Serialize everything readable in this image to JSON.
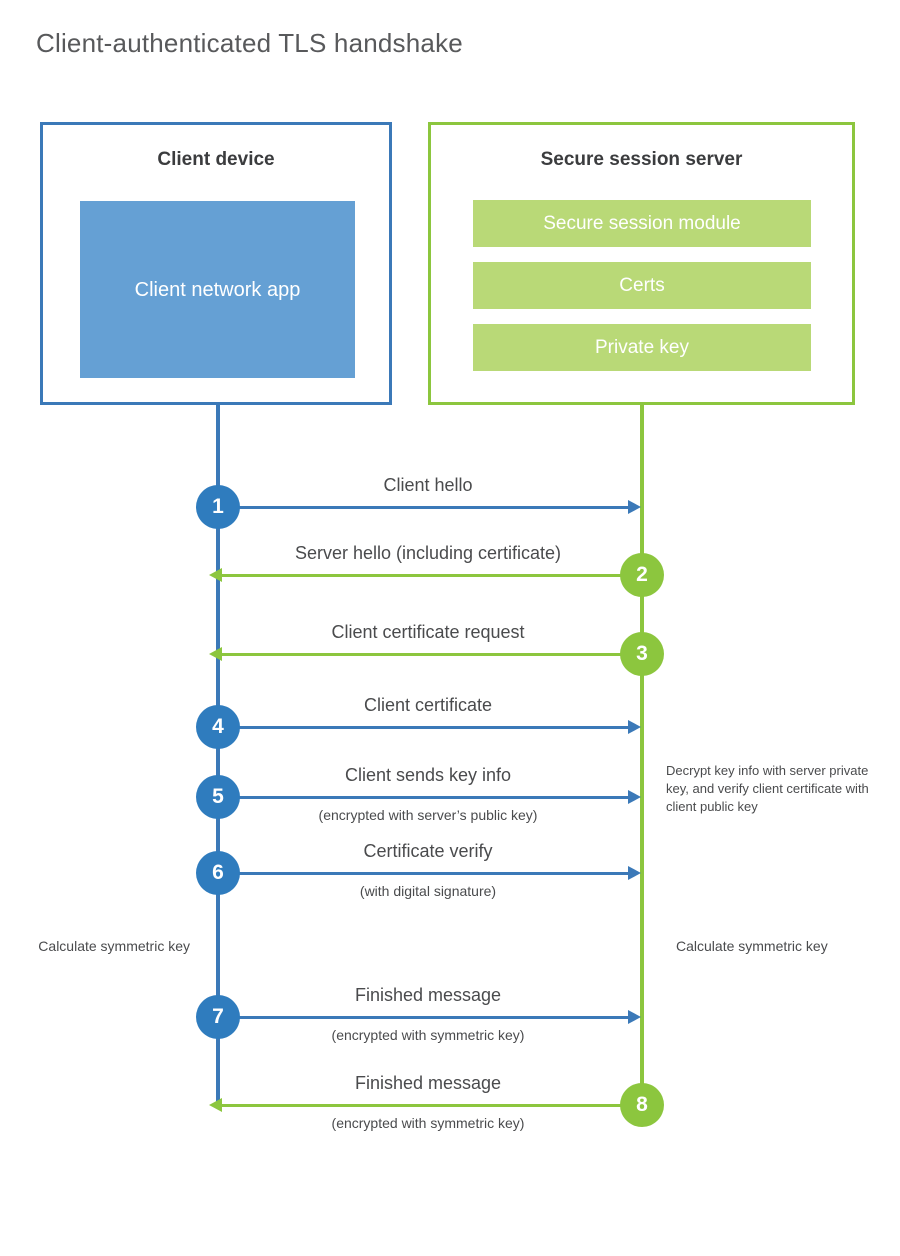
{
  "title": "Client-authenticated TLS handshake",
  "colors": {
    "client_border": "#3b79b8",
    "client_fill": "#65a0d4",
    "client_badge": "#2f7cbe",
    "server_border": "#8cc63e",
    "server_fill": "#b9d977",
    "server_badge": "#8cc63e",
    "text": "#4a4b4d",
    "title_text": "#58595b"
  },
  "client": {
    "title": "Client device",
    "blocks": [
      {
        "label": "Client network app"
      }
    ]
  },
  "server": {
    "title": "Secure session server",
    "blocks": [
      {
        "label": "Secure session module"
      },
      {
        "label": "Certs"
      },
      {
        "label": "Private key"
      }
    ]
  },
  "steps": [
    {
      "number": "1",
      "label": "Client hello",
      "sublabel": "",
      "direction": "right",
      "actor": "client",
      "color": "blue"
    },
    {
      "number": "2",
      "label": "Server hello (including certificate)",
      "sublabel": "",
      "direction": "left",
      "actor": "server",
      "color": "green"
    },
    {
      "number": "3",
      "label": "Client certificate request",
      "sublabel": "",
      "direction": "left",
      "actor": "server",
      "color": "green"
    },
    {
      "number": "4",
      "label": "Client certificate",
      "sublabel": "",
      "direction": "right",
      "actor": "client",
      "color": "blue"
    },
    {
      "number": "5",
      "label": "Client sends key info",
      "sublabel": "(encrypted with server’s public key)",
      "direction": "right",
      "actor": "client",
      "color": "blue"
    },
    {
      "number": "6",
      "label": "Certificate verify",
      "sublabel": "(with digital signature)",
      "direction": "right",
      "actor": "client",
      "color": "blue"
    },
    {
      "number": "7",
      "label": "Finished message",
      "sublabel": "(encrypted with symmetric key)",
      "direction": "right",
      "actor": "client",
      "color": "blue"
    },
    {
      "number": "8",
      "label": "Finished message",
      "sublabel": "(encrypted with symmetric key)",
      "direction": "left",
      "actor": "server",
      "color": "green"
    }
  ],
  "notes": {
    "server_decrypt": "Decrypt key info with server private key, and verify client certificate with client public key",
    "client_symmetric": "Calculate symmetric key",
    "server_symmetric": "Calculate symmetric key"
  }
}
